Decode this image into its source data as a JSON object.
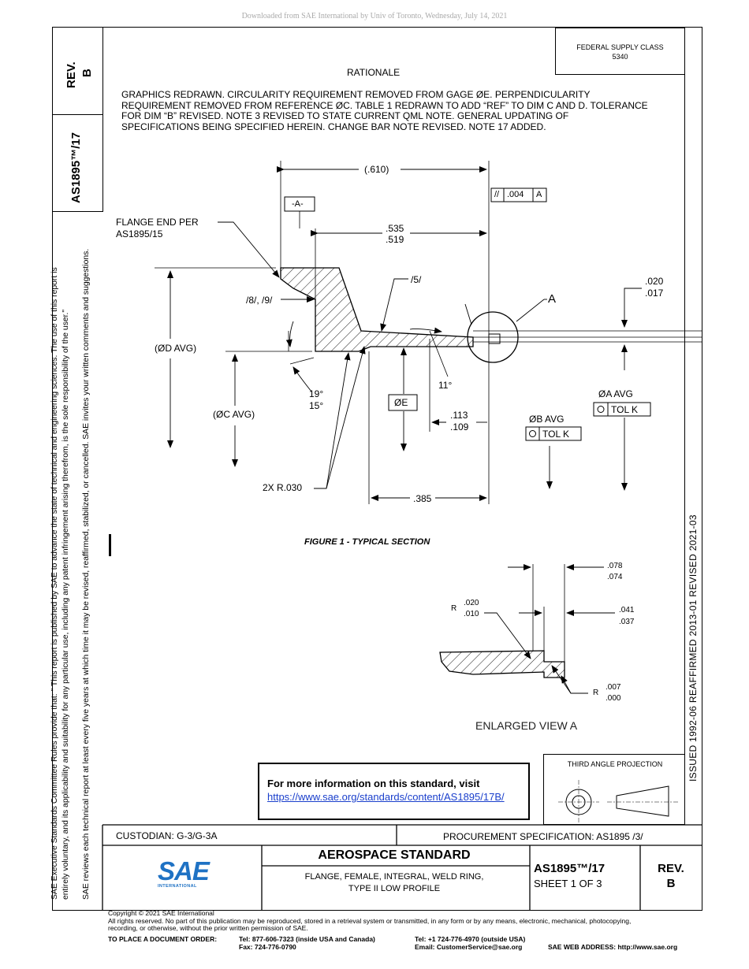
{
  "download_notice": "Downloaded from SAE International by Univ of Toronto, Wednesday, July 14, 2021",
  "revision_block": {
    "rev_label": "REV.",
    "rev_value": "B",
    "doc_number": "AS1895™/17"
  },
  "federal_supply": {
    "line1": "FEDERAL SUPPLY CLASS",
    "line2": "5340"
  },
  "rationale": {
    "title": "RATIONALE",
    "lines": [
      "GRAPHICS REDRAWN. CIRCULARITY REQUIREMENT REMOVED FROM GAGE ØE. PERPENDICULARITY",
      "REQUIREMENT REMOVED FROM REFERENCE ØC. TABLE 1 REDRAWN TO ADD “REF” TO DIM C AND D. TOLERANCE",
      "FOR DIM “B” REVISED. NOTE 3 REVISED TO STATE CURRENT QML NOTE. GENERAL UPDATING OF",
      "SPECIFICATIONS BEING SPECIFIED HEREIN. CHANGE BAR NOTE REVISED. NOTE 17 ADDED."
    ]
  },
  "drawing": {
    "dim_610": "(.610)",
    "datum_a": "-A-",
    "parallel_tol": "//",
    "parallel_value": ".004",
    "parallel_datum": "A",
    "flange_note_1": "FLANGE END PER",
    "flange_note_2": "AS1895/15",
    "dim_535": ".535",
    "dim_519": ".519",
    "note_5": "/5/",
    "note_8_9": "/8/, /9/",
    "detail_a": "A",
    "dim_020": ".020",
    "dim_017": ".017",
    "dia_d": "(ØD AVG)",
    "dia_c": "(ØC AVG)",
    "angle_19": "19°",
    "angle_15": "15°",
    "angle_11": "11°",
    "dia_e": "ØE",
    "dim_113": ".113",
    "dim_109": ".109",
    "dia_a": "ØA AVG",
    "tol_k_a": "TOL K",
    "dia_b": "ØB AVG",
    "tol_k_b": "TOL K",
    "radius_030": "2X R.030",
    "dim_385": ".385",
    "figure_caption": "FIGURE 1 - TYPICAL SECTION"
  },
  "enlarged_view": {
    "dim_078": ".078",
    "dim_074": ".074",
    "r_label": "R",
    "r_020": ".020",
    "r_010": ".010",
    "dim_041": ".041",
    "dim_037": ".037",
    "r2_label": "R",
    "r_007": ".007",
    "r_000": ".000",
    "caption": "ENLARGED VIEW A"
  },
  "side_history": "ISSUED 1992-06     REAFFIRMED 2013-01     REVISED 2021-03",
  "left_margin_text": [
    "SAE Executive Standards Committee Rules provide that: \"  This report is published by SAE to advance the state of technical and engineering sciences. The use of this report is",
    "entirely voluntary, and its applicability and suitability for any particular use, including any patent infringement arising therefrom, is the sole responsibility of the user.\"",
    "SAE reviews each technical report at least every five years at which time it may be revised, reaffirmed, stabilized, or cancelled. SAE invites your written comments and suggestions."
  ],
  "info_box": {
    "heading": "For more information on this standard, visit",
    "link": "https://www.sae.org/standards/content/AS1895/17B/"
  },
  "third_angle": "THIRD ANGLE PROJECTION",
  "title_block": {
    "custodian": "CUSTODIAN: G-3/G-3A",
    "procurement": "PROCUREMENT SPECIFICATION: AS1895 /3/",
    "standard_type": "AEROSPACE STANDARD",
    "desc_line1": "FLANGE, FEMALE, INTEGRAL, WELD RING,",
    "desc_line2": "TYPE II LOW PROFILE",
    "doc_number": "AS1895™/17",
    "sheet": "SHEET 1 OF 3",
    "rev_label": "REV.",
    "rev_value": "B",
    "logo_text": "SAE",
    "logo_sub": "INTERNATIONAL"
  },
  "footer": {
    "copyright": "Copyright © 2021 SAE International",
    "rights_1": "All rights reserved. No part of this publication may be reproduced, stored in a retrieval system or transmitted, in any form or by any means, electronic, mechanical, photocopying,",
    "rights_2": "recording, or otherwise, without the prior written permission of SAE.",
    "order_label": "TO PLACE A DOCUMENT ORDER:",
    "tel_usa": "Tel: 877-606-7323 (inside USA and Canada)",
    "fax": "Fax: 724-776-0790",
    "tel_outside": "Tel: +1 724-776-4970 (outside USA)",
    "email": "Email: CustomerService@sae.org",
    "web": "SAE WEB ADDRESS: http://www.sae.org"
  }
}
